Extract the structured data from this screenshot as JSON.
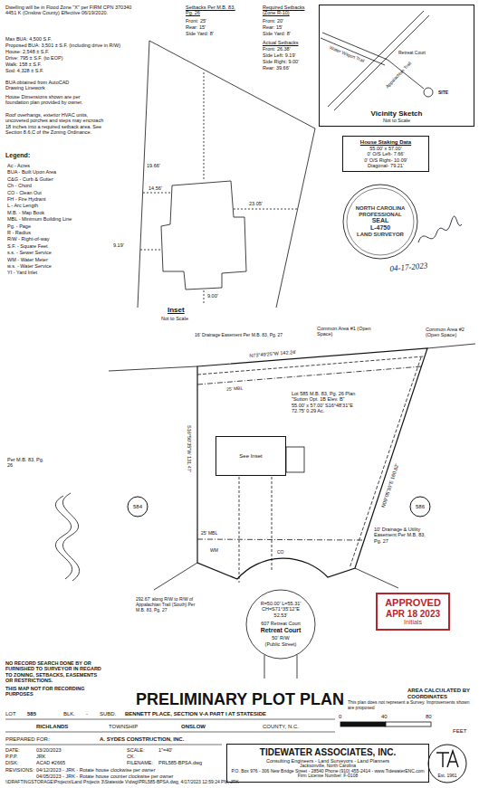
{
  "diagram": {
    "nodes": [
      {
        "text": [
          "Vicinity Sketch",
          "Not to Scale"
        ]
      },
      {
        "text": [
          "House Staking Data",
          "55.00' x 57.00'",
          "0' O/S Left- 7.66'",
          "0' O/S Right- 10.09'",
          "Diagonal- 79.21'"
        ]
      },
      {
        "text": [
          "NORTH CAROLINA",
          "PROFESSIONAL",
          "SEAL",
          "L-4750",
          "LAND SURVEYOR"
        ]
      },
      {
        "text": [
          "See Inset"
        ]
      },
      {
        "text": [
          "584"
        ]
      },
      {
        "text": [
          "586"
        ]
      },
      {
        "text": [
          "APPROVED",
          "APR 18 2023",
          "Initials"
        ]
      },
      {
        "text": [
          "TIDEWATER ASSOCIATES, INC.",
          "Consulting Engineers - Land Surveyors - Land Planners",
          "Jacksonville, North Carolina",
          "P.O. Box 976 - 306 New Bridge Street - 28540 Phone (910) 455-2414 - www.TidewaterENC.com",
          "Firm License Number: F-0108"
        ]
      },
      {
        "text": [
          "Est. 1961"
        ]
      }
    ],
    "labels": [
      "Dwelling will be in Flood Zone \"X\" per FIRM CPN 370340 4451 K (Onslow County) Effective 06/19/2020.",
      "Max BUA: 4,500 S.F.",
      "Proposed BUA: 3,501 ± S.F. (including drive in R/W)",
      "House: 2,548 ± S.F.",
      "Drive: 795 ± S.F. (to EOP)",
      "Walk: 158 ± S.F.",
      "Sod: 4,328 ± S.F.",
      "BUA obtained from AutoCAD Drawing Linework",
      "House Dimensions shown are per foundation plan provided by owner.",
      "Roof overhangs, exterior HVAC units, uncovered porches and steps may encroach 18 inches into a required setback area. See Section 8.6.C of the Zoning Ordinance.",
      "Legend:",
      "Ac - Acres",
      "BUA - Built Upon Area",
      "C&G - Curb & Gutter",
      "Ch - Chord",
      "CO - Clean Out",
      "FH - Fire Hydrant",
      "L - Arc Length",
      "M.B. - Map Book",
      "MBL - Minimum Building Line",
      "Pg. - Page",
      "R - Radius",
      "R/W - Right-of-way",
      "S.F. - Square Feet",
      "s.s. - Sewer Service",
      "WM - Water Meter",
      "w.s. - Water Service",
      "YI - Yard Inlet",
      "Setbacks Per M.B. 83, Pg. 26",
      "Front: 25'",
      "Rear: 15'",
      "Side Yard: 8'",
      "Required Setbacks (Zone R-10)",
      "Front: 20'",
      "Rear: 15'",
      "Side Yard: 8'",
      "Actual Setbacks",
      "Front: 26.38'",
      "Side Left: 9.19'",
      "Side Right: 9.00'",
      "Rear: 39.66'",
      "Appalachian Trail",
      "Water Wagon Trail",
      "Retreat Court",
      "SITE",
      "Inset",
      "Not to Scale",
      "19.66'",
      "14.56'",
      "23.05'",
      "9.19'",
      "9.00'",
      "04-17-2023",
      "16' Drainage Easement Per M.B. 83, Pg. 27",
      "Common Area #1 (Open Space)",
      "Common Area #2 (Open Space)",
      "N73°49'25\"W 142.24'",
      "25' MBL",
      "Lot 585 M.B. 83, Pg. 26 Plan \"Sutton Opt. 1B Elev. B\" 55.00' x 57.00' S16°48'31\"E 72.75' 0.29 Ac.",
      "N09°05'10\"E 160.82'",
      "S16°50'35\"W 131.47'",
      "Per M.B. 83, Pg. 26",
      "25' MBL",
      "10' Drainage & Utility Easement Per M.B. 83, Pg. 27",
      "292.67' along R/W to R/W of Appalachian Trail (South) Per M.B. 83, Pg. 27",
      "R=50.00' L=55.31' CH=S71°35'12\"E 52.53'",
      "607 Retreat Court",
      "Retreat Court",
      "50' R/W",
      "(Public Street)",
      "WM",
      "CO",
      "NO RECORD SEARCH DONE BY OR FURNISHED TO SURVEYOR IN REGARD TO ZONING, SETBACKS, EASEMENTS OR RESTRICTIONS.",
      "THIS MAP NOT FOR RECORDING PURPOSES",
      "PRELIMINARY PLOT PLAN",
      "AREA CALCULATED BY COORDINATES",
      "This plan does not represent a Survey. Improvements shown are proposed",
      "LOT",
      "585",
      "BLK.",
      "-",
      "SUBD.",
      "BENNETT PLACE, SECTION V-A PART I AT STATESIDE",
      "RICHLANDS",
      "TOWNSHIP",
      "ONSLOW",
      "COUNTY, N.C.",
      "PREPARED FOR:",
      "A. SYDES CONSTRUCTION, INC.",
      "0",
      "40",
      "80",
      "FEET",
      "DATE:",
      "03/20/2023",
      "SCALE:",
      "1\"=40'",
      "P.P.P.",
      "JRK",
      "CK.",
      "DISK:",
      "ACAD #2665",
      "FILENAME:",
      "PRL585-BPSA.dwg",
      "REVISIONS:",
      "04/12/2023 - JRK - Rotate house clockwise per owner",
      "04/05/2023 - JRK - Rotate house counter clockwise per owner",
      "\\\\DRAFTINGSTORAGE\\Projects\\Land Projects 3\\Stateside V\\dwg\\PRL585-BPSA.dwg, 4/17/2023 12:59:24 PM, JRK"
    ]
  }
}
